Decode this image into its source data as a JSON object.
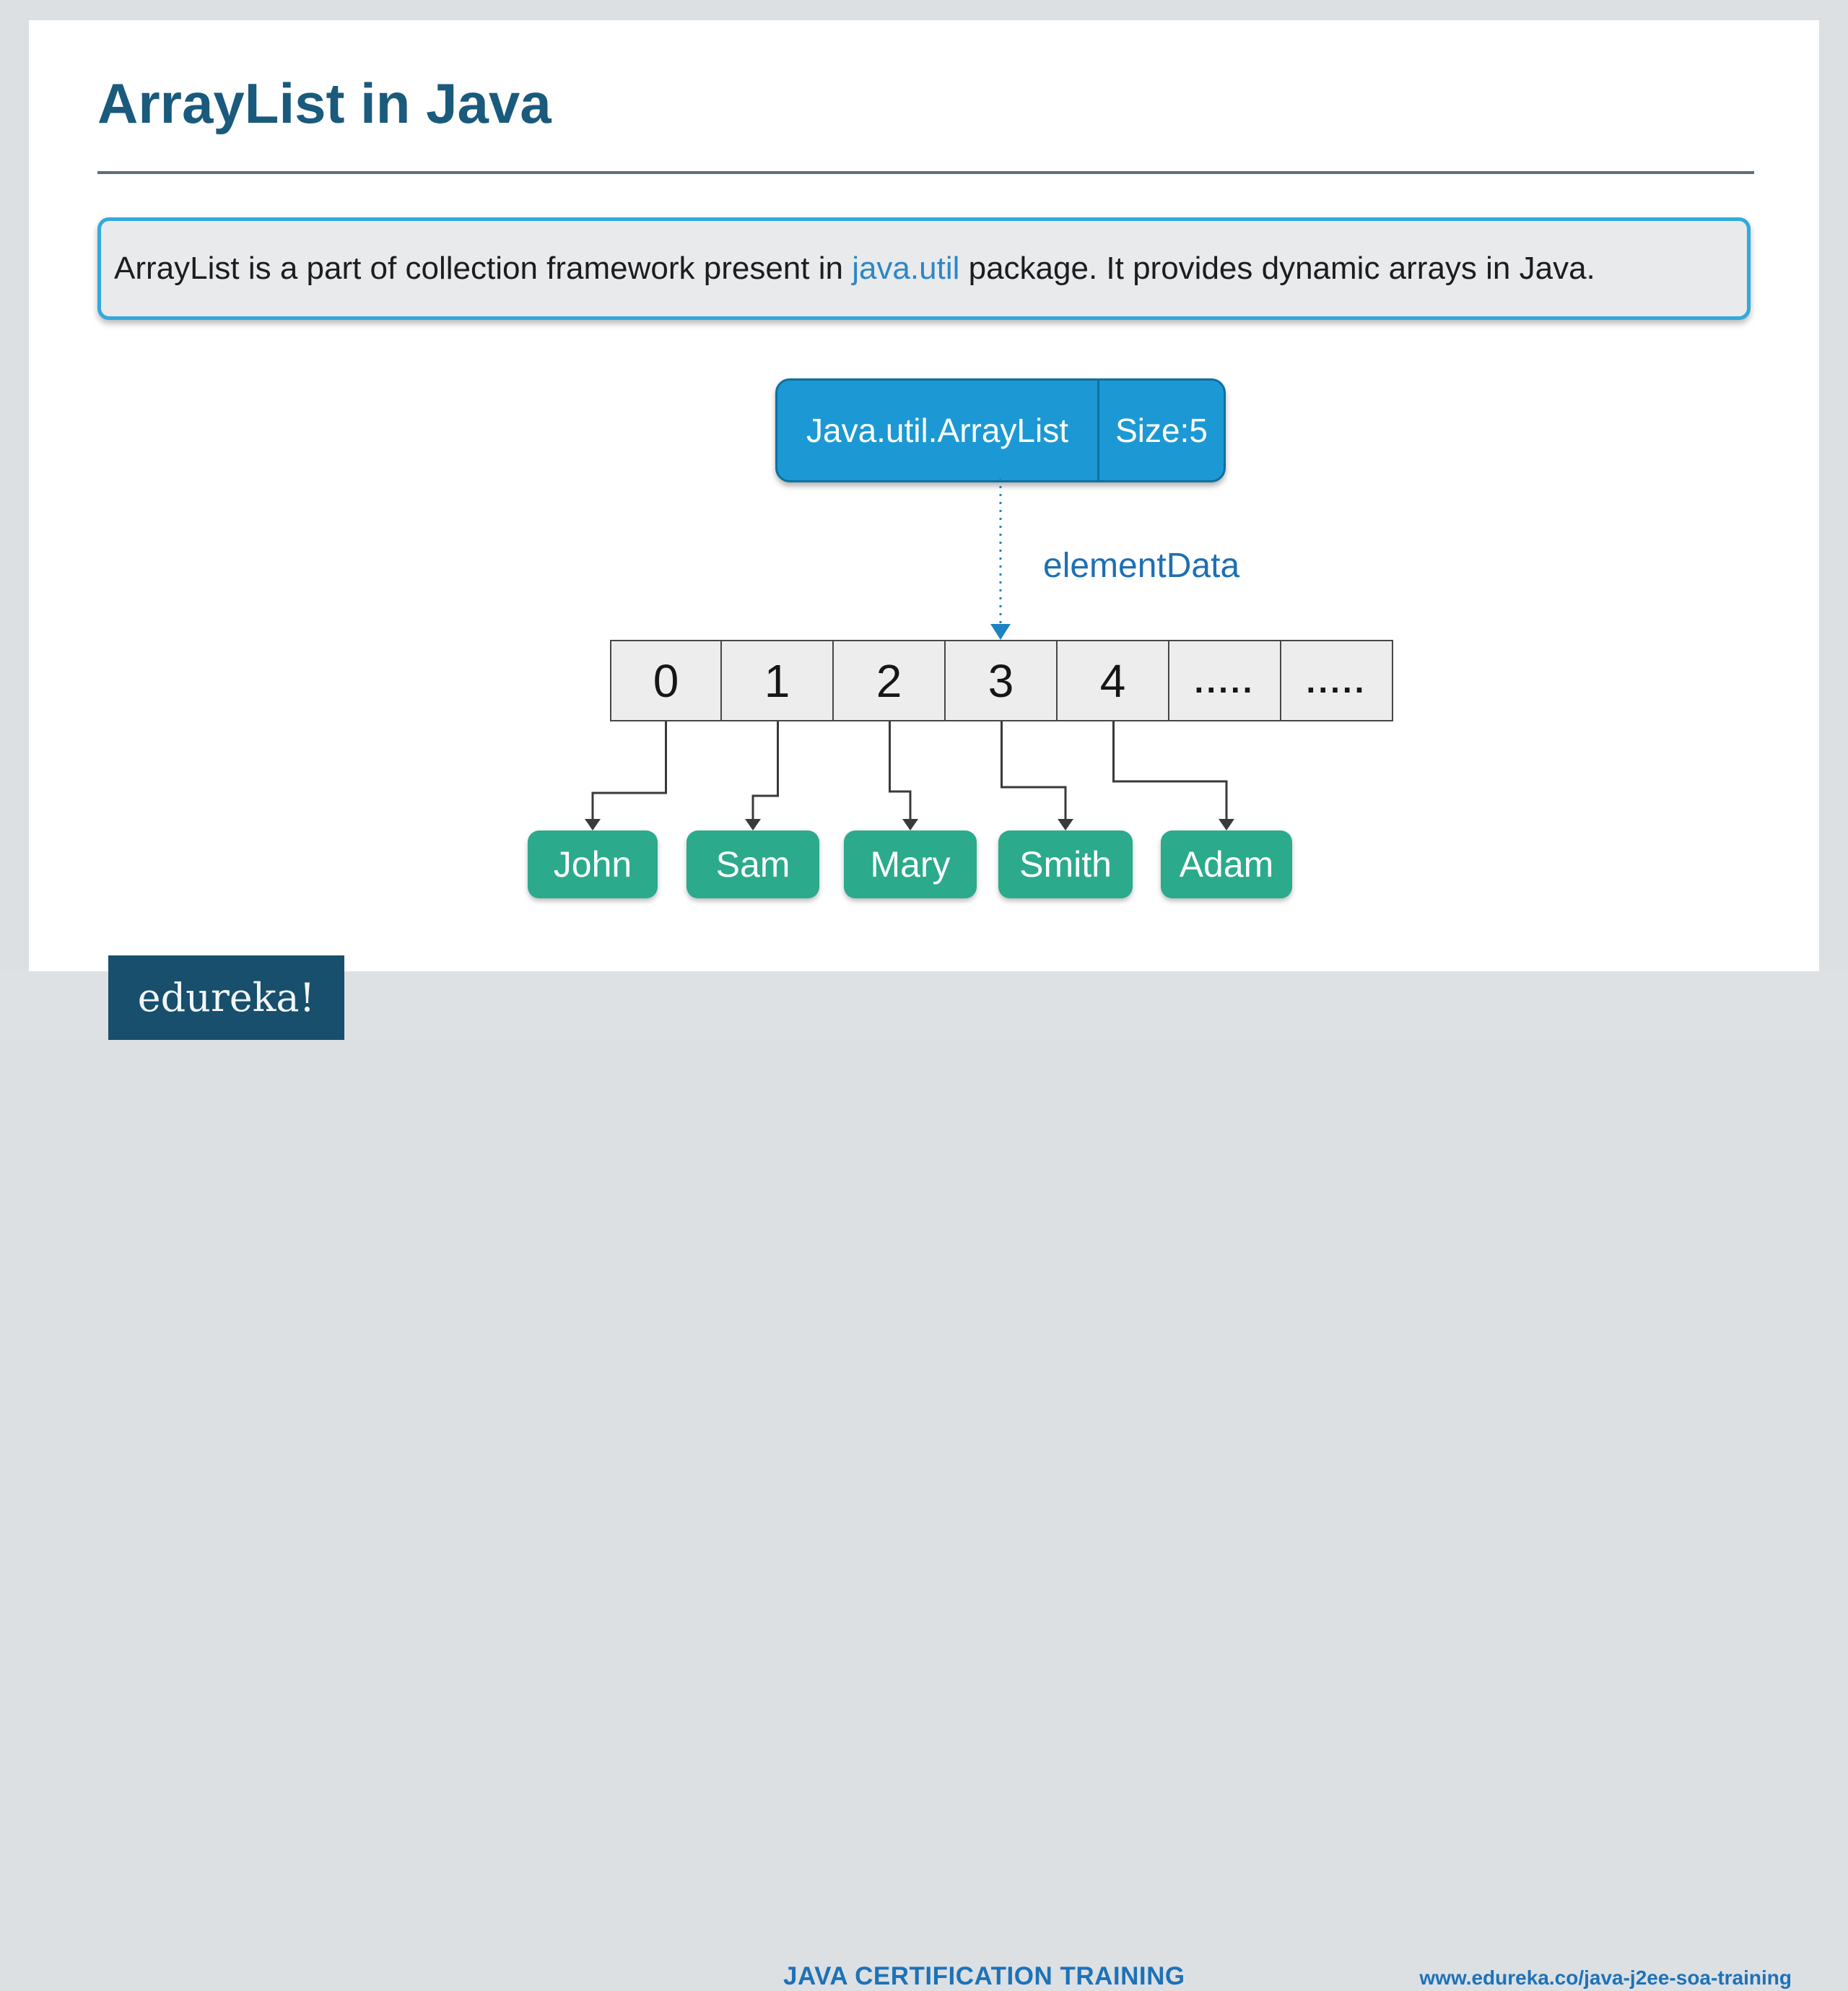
{
  "slide": {
    "title": "ArrayList in Java"
  },
  "infobox": {
    "text_before": "ArrayList is a part of collection framework present in ",
    "highlight": "java.util",
    "text_after": " package. It provides dynamic arrays in Java."
  },
  "diagram": {
    "header": {
      "class_label": "Java.util.ArrayList",
      "size_label": "Size:5"
    },
    "pointer_label": "elementData",
    "array_cells": [
      "0",
      "1",
      "2",
      "3",
      "4",
      ".....",
      "....."
    ],
    "names": [
      "John",
      "Sam",
      "Mary",
      "Smith",
      "Adam"
    ]
  },
  "footer": {
    "logo": "edureka!",
    "center": "JAVA CERTIFICATION TRAINING",
    "right": "www.edureka.co/java-j2ee-soa-training"
  },
  "colors": {
    "outer_bg": "#dce0e3",
    "title": "#1a5a7c",
    "info_border": "#33a9dd",
    "link_blue": "#2e86c6",
    "accent_blue": "#1c99d4",
    "header_border": "#0f6f9f",
    "label_blue": "#1e6fb3",
    "arrow_blue": "#1e83c3",
    "green": "#2baa8c",
    "connector": "#3a3a3a",
    "logo_bg": "#174f6c",
    "footer_text": "#1d72b8"
  }
}
